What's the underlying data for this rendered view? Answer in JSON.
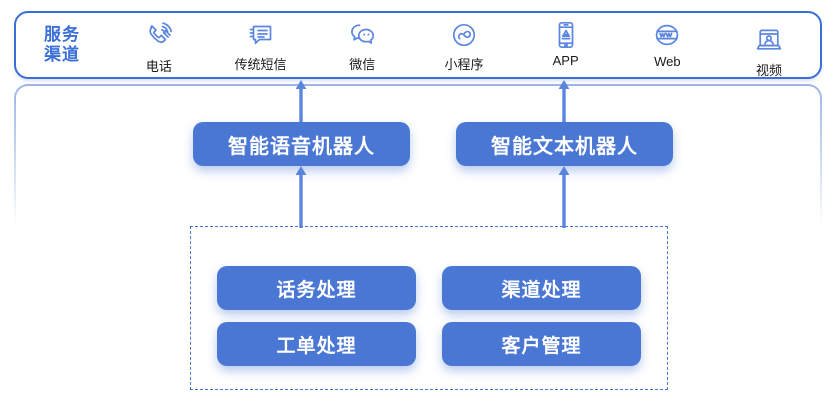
{
  "channel_bar": {
    "title": "服务\n渠道",
    "title_line1": "服务",
    "title_line2": "渠道",
    "items": [
      {
        "label": "电话",
        "icon": "phone-signal-icon"
      },
      {
        "label": "传统短信",
        "icon": "sms-message-icon"
      },
      {
        "label": "微信",
        "icon": "wechat-bubbles-icon"
      },
      {
        "label": "小程序",
        "icon": "mini-program-icon"
      },
      {
        "label": "APP",
        "icon": "mobile-app-icon"
      },
      {
        "label": "Web",
        "icon": "www-globe-icon"
      },
      {
        "label": "视频",
        "icon": "video-laptop-icon"
      }
    ]
  },
  "robots": [
    {
      "label": "智能语音机器人"
    },
    {
      "label": "智能文本机器人"
    }
  ],
  "capabilities": [
    {
      "label": "话务处理"
    },
    {
      "label": "渠道处理"
    },
    {
      "label": "工单处理"
    },
    {
      "label": "客户管理"
    }
  ],
  "arrows": [
    {
      "name": "voice-robot-to-channels",
      "direction": "up"
    },
    {
      "name": "text-robot-to-channels",
      "direction": "up"
    },
    {
      "name": "capabilities-to-voice-robot",
      "direction": "up"
    },
    {
      "name": "capabilities-to-text-robot",
      "direction": "up"
    }
  ],
  "colors": {
    "primary_blue": "#4a76d4",
    "border_blue": "#3a6fd8",
    "icon_blue": "#5b86e0",
    "text_dark": "#1a1a1a",
    "panel_border": "#9db6e6"
  }
}
